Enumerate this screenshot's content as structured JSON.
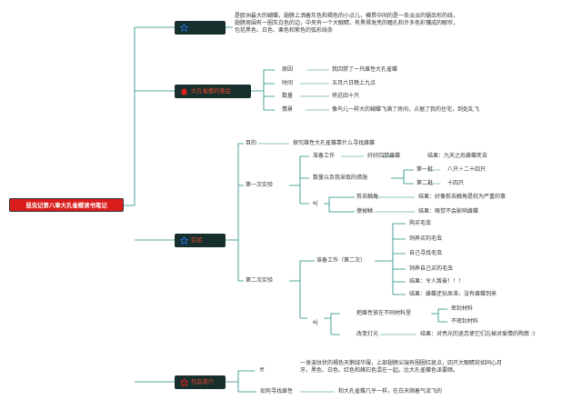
{
  "root": {
    "label": "昆虫记第八章大孔雀蝶读书笔记"
  },
  "branches": {
    "intro": {
      "label": "",
      "icon": "star-outline-icon",
      "icon_color": "#1e6fd9",
      "text": "是欧洲最大的蝴蝶，翅膀上洒着灰色和褐色的小点儿，横贯中间的是一条淡淡的锯齿形的线，翅膀周围有一圈灰白色的边，中央有一个大眼睛，有黑得发亮的瞳孔和许多色彩镶成的眼帘，包括黑色、白色、栗色和紫色的弧形线条"
    },
    "event": {
      "label": "大孔雀蝶的晚会",
      "icon": "house-icon",
      "icon_color": "#e02020",
      "items": [
        {
          "key": "原因",
          "value": "我囚禁了一只雌性大孔雀蝶"
        },
        {
          "key": "时间",
          "value": "五月六日晚上九点"
        },
        {
          "key": "数量",
          "value": "将近四十只"
        },
        {
          "key": "情景",
          "value": "像鸟儿一样大的蝴蝶飞满了房间，占据了我的住宅，到处乱飞"
        }
      ]
    },
    "experiment": {
      "label": "实验",
      "icon": "star-outline-icon",
      "icon_color": "#1e6fd9",
      "purpose_key": "目的",
      "purpose": "探究雄性大孔雀蝶靠什么寻找雌蝶",
      "first": {
        "label": "第一次实验",
        "prep_key": "准备工作",
        "prep": "好好囚禁雌蝶",
        "prep_result": "结果：九天之后雌蝶死去",
        "measures_key": "数量以及我采取的措施",
        "batch1_key": "第一批",
        "batch1": "八只＋二十四只",
        "batch2_key": "第二批",
        "batch2": "十四只",
        "ej": "ej",
        "cut_key": "剪去触角",
        "cut_result": "结果：好像剪去触角是较为严重的事",
        "scales_key": "擦掉鳞",
        "scales_result": "结果：嗅觉不会影响雌蝶"
      },
      "second": {
        "label": "第二次实验",
        "prep_key": "准备工作（第二次）",
        "prep_items": [
          "购买毛虫",
          "饲养买的毛虫",
          "自己寻找毛虫",
          "饲养自己买的毛虫",
          "结果：令人叛奋！！！",
          "结果：雌蝶还钻呆滞，没有雌蝶到来"
        ],
        "ej": "ej",
        "put_key": "把雌性放在不同材料里",
        "put_items": [
          "密封材料",
          "不密封材料"
        ],
        "light_key": "改变灯光",
        "light_result": "结果：对亮光的迷恋使它们忘掉对爱情的殉葬 :)"
      }
    },
    "notes": {
      "label": "作品简介",
      "icon": "star-outline-icon",
      "icon_color": "#e02020",
      "ff_key": "ff",
      "ff": "一身波纹状的褐色天鹅绒华服，上部翅膀尖端有圈圈红斑点，四只大眼睛宛如同心月牙，黑色、白色、红色和赭石色混在一起。比大孔雀蝶色泽要暗。",
      "find_key": "如何寻找雌性",
      "find": "和大孔雀蝶几乎一样，在白天顺着气流飞的"
    }
  }
}
